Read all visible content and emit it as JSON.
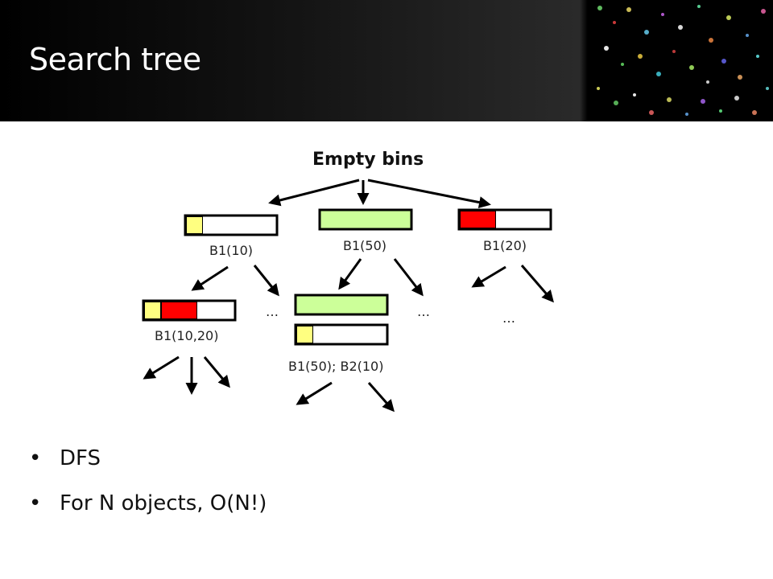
{
  "slide": {
    "title": "Search tree"
  },
  "tree": {
    "root_label": "Empty bins",
    "nodes": {
      "b1_10": "B1(10)",
      "b1_50": "B1(50)",
      "b1_20": "B1(20)",
      "b1_10_20": "B1(10,20)",
      "b1_50_b2_10": "B1(50); B2(10)"
    },
    "ellipsis": "…"
  },
  "bullets": [
    "DFS",
    "For N objects, O(N!)"
  ],
  "colors": {
    "yellow_item": "#ffff80",
    "green_item": "#ccff99",
    "red_item": "#ff0000",
    "header_bg": "#000000"
  }
}
